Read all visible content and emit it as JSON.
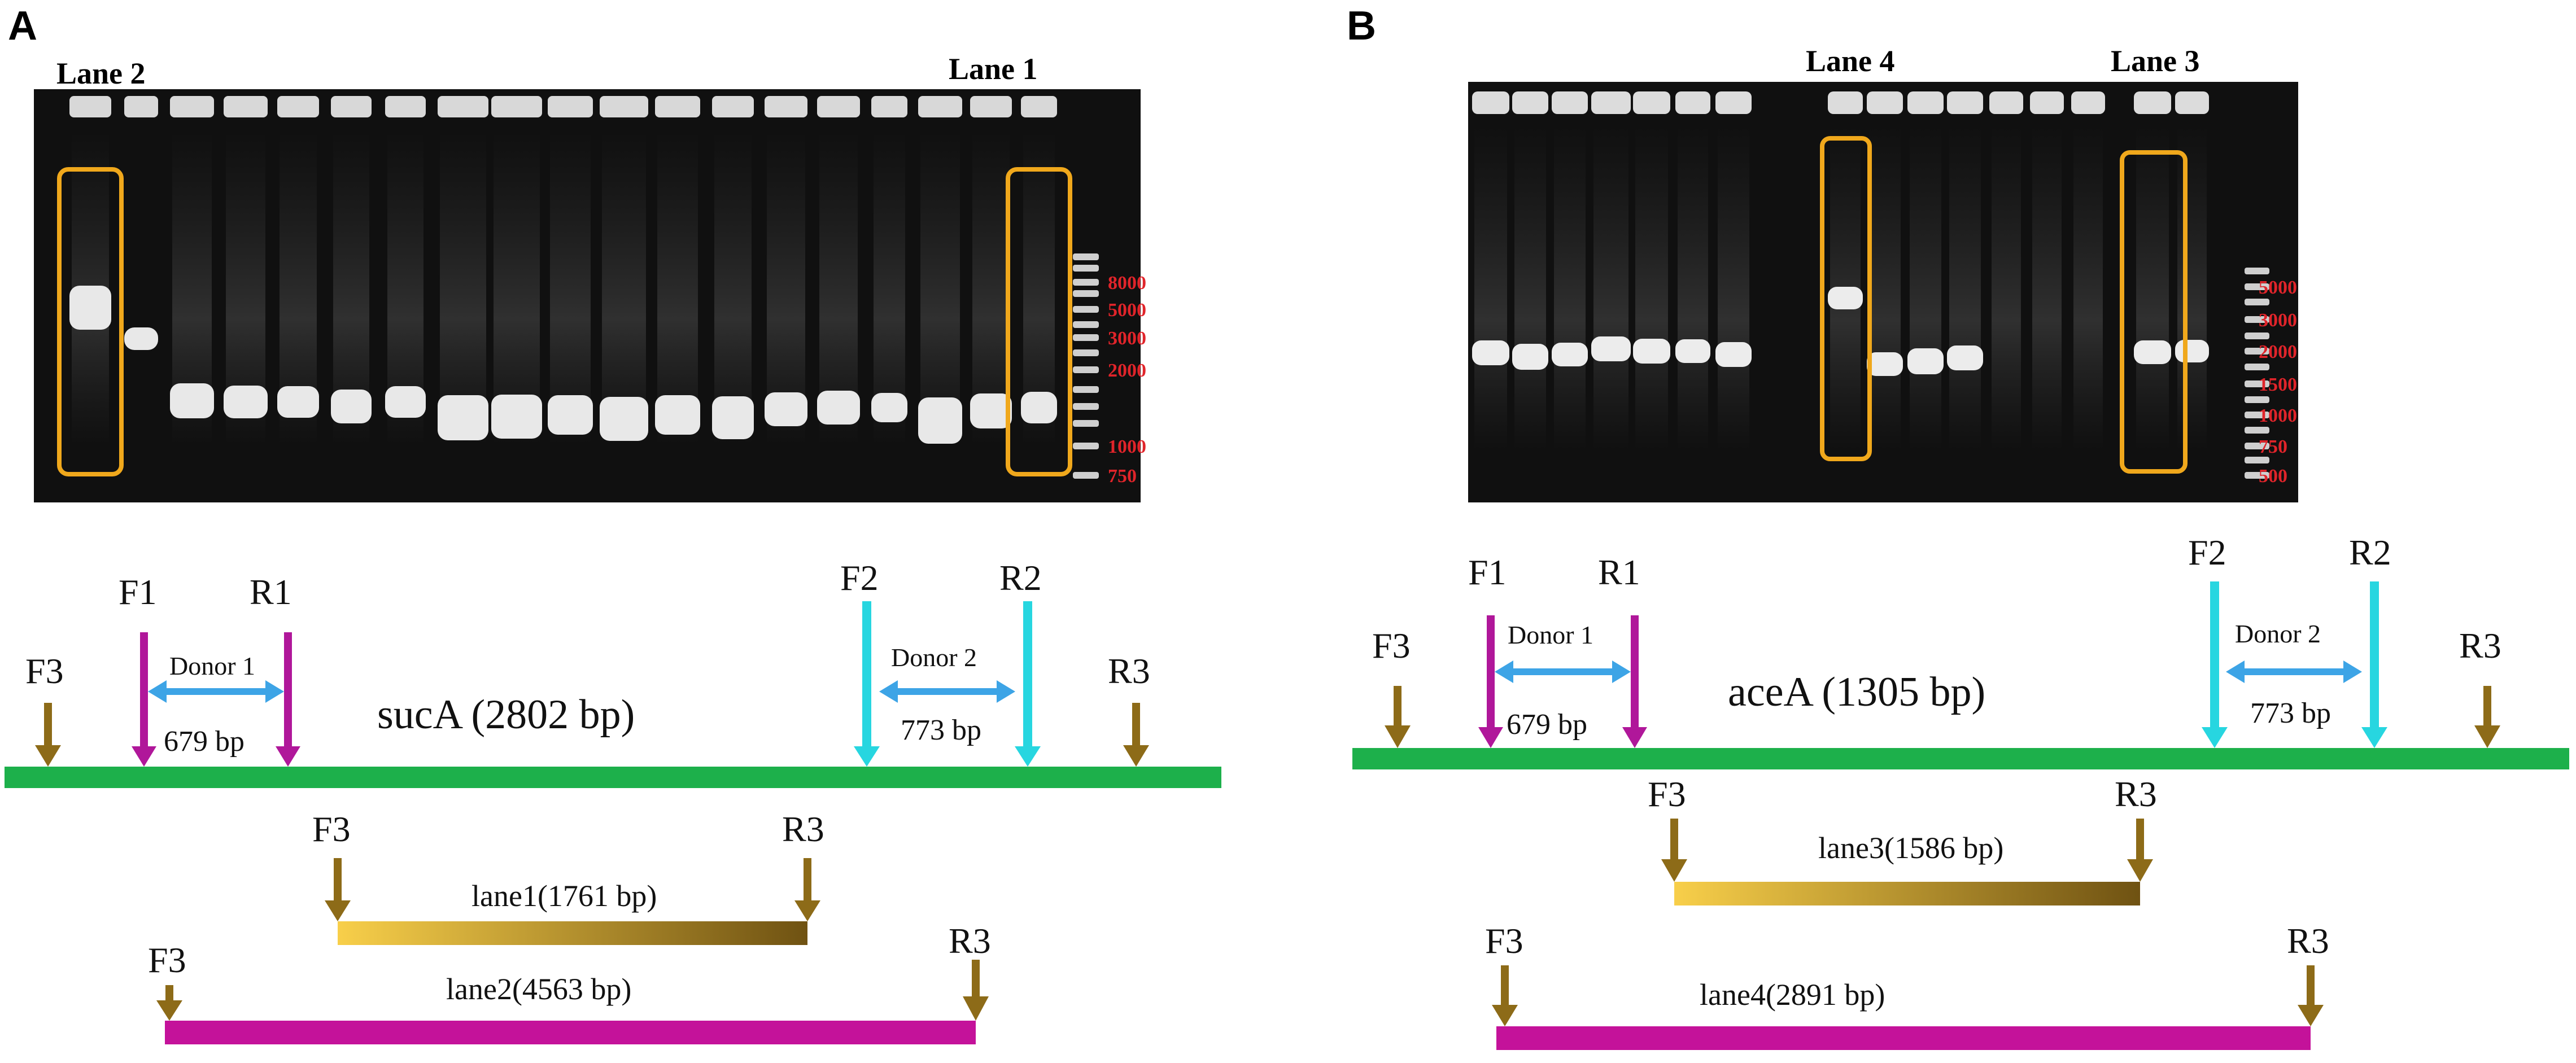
{
  "panelA": {
    "letter": "A",
    "gel": {
      "lane_label_left": "Lane 2",
      "lane_label_right": "Lane 1",
      "markers": [
        "8000",
        "5000",
        "3000",
        "2000",
        "1000",
        "750"
      ]
    },
    "gene_label": "sucA (2802 bp)",
    "primers": {
      "F1": "F1",
      "R1": "R1",
      "F2": "F2",
      "R2": "R2",
      "F3": "F3",
      "R3": "R3"
    },
    "donor1": {
      "name": "Donor 1",
      "size": "679 bp"
    },
    "donor2": {
      "name": "Donor 2",
      "size": "773 bp"
    },
    "products": [
      {
        "label": "lane1(1761 bp)",
        "color_start": "#f8cf4a",
        "color_end": "#6f5212"
      },
      {
        "label": "lane2(4563 bp)",
        "color": "#c4129a"
      }
    ]
  },
  "panelB": {
    "letter": "B",
    "gel": {
      "lane_label_left": "Lane 4",
      "lane_label_right": "Lane 3",
      "markers": [
        "5000",
        "3000",
        "2000",
        "1500",
        "1000",
        "750",
        "500"
      ]
    },
    "gene_label": "aceA (1305 bp)",
    "primers": {
      "F1": "F1",
      "R1": "R1",
      "F2": "F2",
      "R2": "R2",
      "F3": "F3",
      "R3": "R3"
    },
    "donor1": {
      "name": "Donor 1",
      "size": "679 bp"
    },
    "donor2": {
      "name": "Donor 2",
      "size": "773 bp"
    },
    "products": [
      {
        "label": "lane3(1586 bp)",
        "color_start": "#f8cf4a",
        "color_end": "#6f5212"
      },
      {
        "label": "lane4(2891 bp)",
        "color": "#c4129a"
      }
    ]
  },
  "colors": {
    "gene_line": "#1db04b",
    "primer_magenta": "#b0179a",
    "primer_cyan": "#27d6e0",
    "primer_brown": "#8d6b18",
    "donor_arrow": "#3da4e6",
    "highlight_box": "#f0a81c",
    "marker_text": "#e0242a"
  }
}
